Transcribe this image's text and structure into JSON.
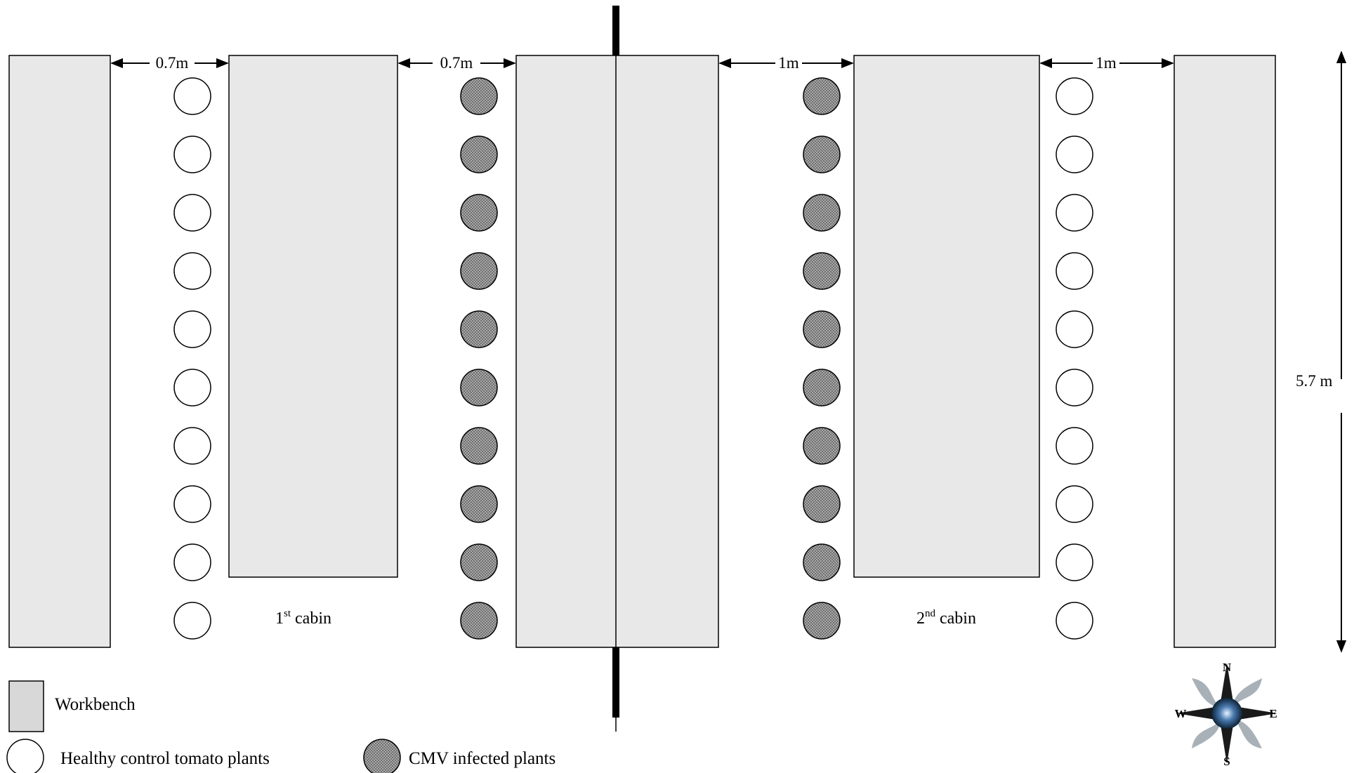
{
  "spacing_labels": [
    "0.7m",
    "0.7m",
    "1m",
    "1m"
  ],
  "length_label": "5.7 m",
  "cabins": [
    {
      "ordinal": "1",
      "suffix": "st",
      "word": "cabin"
    },
    {
      "ordinal": "2",
      "suffix": "nd",
      "word": "cabin"
    }
  ],
  "rows": [
    {
      "kind": "healthy",
      "count": 10
    },
    {
      "kind": "infected",
      "count": 10
    },
    {
      "kind": "infected",
      "count": 10
    },
    {
      "kind": "healthy",
      "count": 10
    }
  ],
  "legend": {
    "workbench": "Workbench",
    "healthy": "Healthy control tomato plants",
    "infected": "CMV infected plants"
  },
  "compass": {
    "n": "N",
    "s": "S",
    "e": "E",
    "w": "W"
  },
  "colors": {
    "workbench_fill": "#e8e8e8",
    "legend_workbench_fill": "#d8d8d8",
    "infected_fill": "#8f8f8f",
    "stroke": "#000000",
    "wall": "#000000"
  }
}
